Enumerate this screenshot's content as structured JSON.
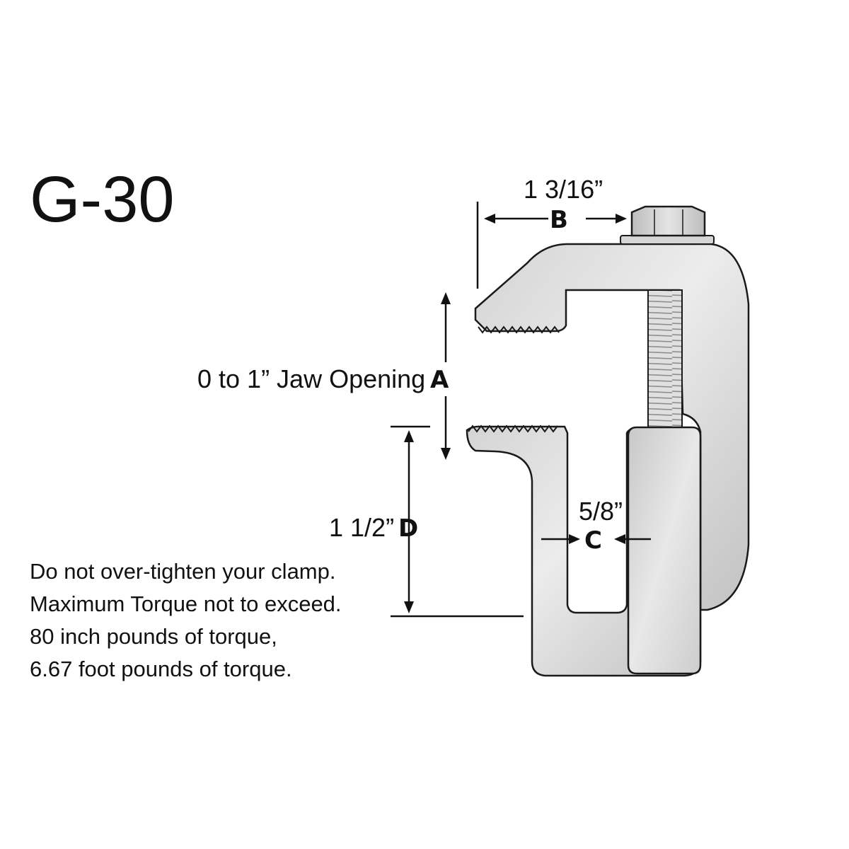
{
  "title": "G-30",
  "dimensions": {
    "a": {
      "value": "0 to 1” Jaw Opening",
      "letter": "A"
    },
    "b": {
      "value": "1 3/16”",
      "letter": "B"
    },
    "c": {
      "value": "5/8”",
      "letter": "C"
    },
    "d": {
      "value": "1 1/2”",
      "letter": "D"
    }
  },
  "notes": [
    "Do not over-tighten your clamp.",
    "Maximum Torque not to exceed.",
    "80 inch pounds of torque,",
    "6.67 foot pounds of torque."
  ],
  "colors": {
    "metal_light": "#e6e6e6",
    "metal_mid": "#cfcfcf",
    "metal_dark": "#b4b4b4",
    "ink": "#111111"
  }
}
